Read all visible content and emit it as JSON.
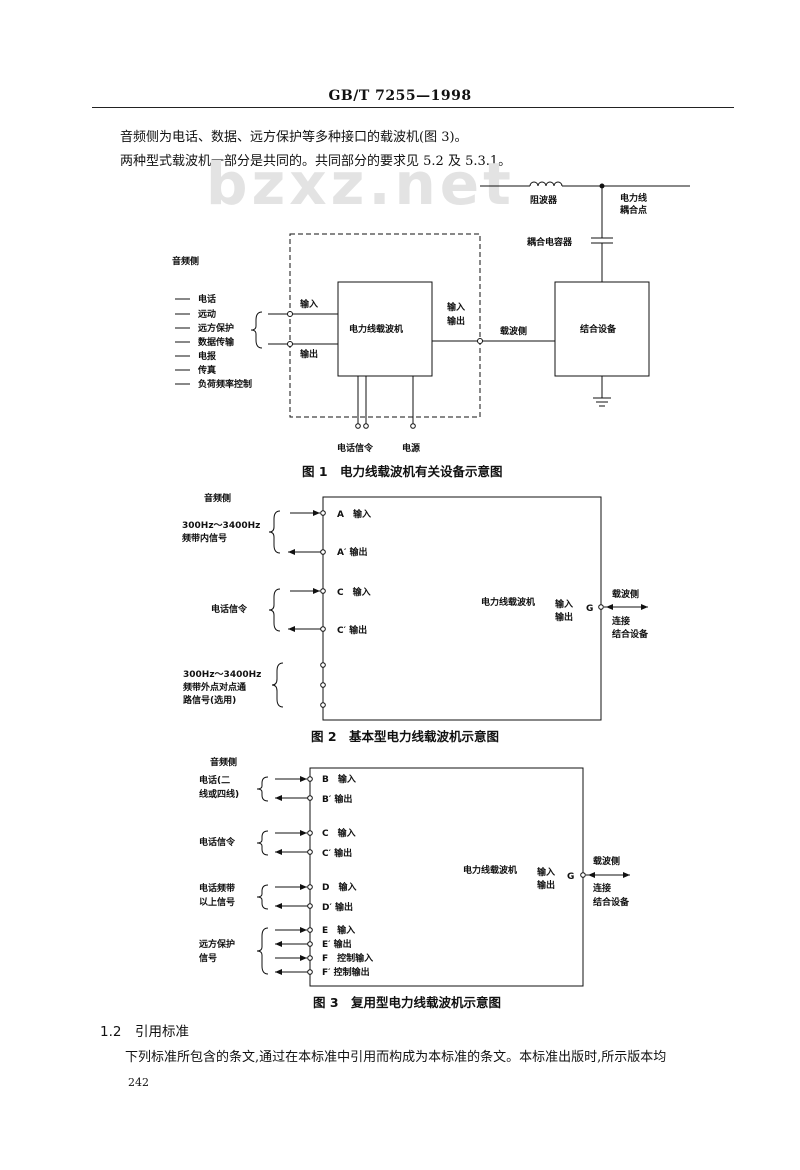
{
  "header": {
    "standard_no": "GB/T 7255—1998"
  },
  "intro": {
    "line1": "音频侧为电话、数据、远方保护等多种接口的载波机(图 3)。",
    "line2": "两种型式载波机一部分是共同的。共同部分的要求见 5.2 及 5.3.1。"
  },
  "watermark": "bzxz.net",
  "fig1": {
    "audio_side": "音频侧",
    "services": [
      "电话",
      "远动",
      "远方保护",
      "数据传输",
      "电报",
      "传真",
      "负荷频率控制"
    ],
    "input": "输入",
    "output": "输出",
    "plc": "电力线载波机",
    "io_right_in": "输入",
    "io_right_out": "输出",
    "carrier_side": "载波侧",
    "coupling_device": "结合设备",
    "line_trap": "阻波器",
    "coupling_point_1": "电力线",
    "coupling_point_2": "耦合点",
    "coupling_capacitor": "耦合电容器",
    "telephone_signaling": "电话信令",
    "power_supply": "电源",
    "caption": "图 1　电力线载波机有关设备示意图"
  },
  "fig2": {
    "audio_side": "音频侧",
    "band_signal_1": "300Hz～3400Hz",
    "band_signal_2": "频带内信号",
    "A_in": "A　输入",
    "A_out": "A′ 输出",
    "tel_signaling": "电话信令",
    "C_in": "C　输入",
    "C_out": "C′ 输出",
    "outband_1": "300Hz～3400Hz",
    "outband_2": "频带外点对点通",
    "outband_3": "路信号(选用)",
    "plc": "电力线载波机",
    "in": "输入",
    "out": "输出",
    "G": "G",
    "carrier_side": "载波侧",
    "connect_1": "连接",
    "connect_2": "结合设备",
    "caption": "图 2　基本型电力线载波机示意图"
  },
  "fig3": {
    "audio_side": "音频侧",
    "tel_1": "电话(二",
    "tel_2": "线或四线)",
    "B_in": "B　输入",
    "B_out": "B′ 输出",
    "tel_signaling": "电话信令",
    "C_in": "C　输入",
    "C_out": "C′ 输出",
    "above_1": "电话频带",
    "above_2": "以上信号",
    "D_in": "D　输入",
    "D_out": "D′ 输出",
    "prot_1": "远方保护",
    "prot_2": "信号",
    "E_in": "E　输入",
    "E_out": "E′ 输出",
    "F_in": "F　控制输入",
    "F_out": "F′ 控制输出",
    "plc": "电力线载波机",
    "in": "输入",
    "out": "输出",
    "G": "G",
    "carrier_side": "载波侧",
    "connect_1": "连接",
    "connect_2": "结合设备",
    "caption": "图 3　复用型电力线载波机示意图"
  },
  "section": {
    "heading": "1.2　引用标准",
    "text": "下列标准所包含的条文,通过在本标准中引用而构成为本标准的条文。本标准出版时,所示版本均"
  },
  "page_number": "242"
}
